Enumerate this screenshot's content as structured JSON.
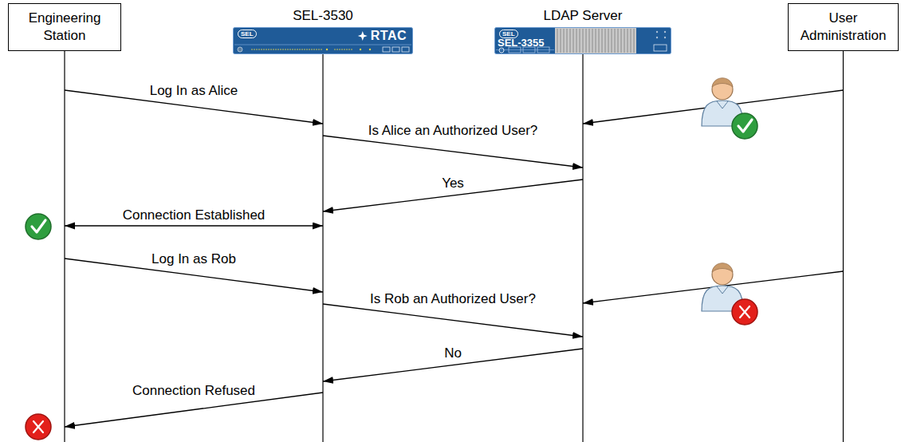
{
  "diagram": {
    "nodes": [
      {
        "text": [
          "Engineering Station"
        ]
      },
      {
        "text": [
          "SEL-3530",
          "SEL",
          "RTAC"
        ]
      },
      {
        "text": [
          "LDAP Server",
          "SEL",
          "SEL-3355"
        ]
      },
      {
        "text": [
          "User Administration"
        ]
      }
    ],
    "edges": [
      {
        "from": 0,
        "to": 1,
        "label": "Log In as Alice",
        "arrow": "to"
      },
      {
        "from": 3,
        "to": 2,
        "arrow": "to"
      },
      {
        "from": 1,
        "to": 2,
        "label": "Is Alice an Authorized User?",
        "arrow": "to"
      },
      {
        "from": 2,
        "to": 1,
        "label": "Yes",
        "arrow": "to"
      },
      {
        "from": 0,
        "to": 1,
        "label": "Connection Established",
        "arrow": "both"
      },
      {
        "from": 0,
        "to": 1,
        "label": "Log In as Rob",
        "arrow": "to"
      },
      {
        "from": 3,
        "to": 2,
        "arrow": "to"
      },
      {
        "from": 1,
        "to": 2,
        "label": "Is Rob an Authorized User?",
        "arrow": "to"
      },
      {
        "from": 2,
        "to": 1,
        "label": "No",
        "arrow": "to"
      },
      {
        "from": 1,
        "to": 0,
        "label": "Connection Refused",
        "arrow": "to"
      }
    ]
  }
}
